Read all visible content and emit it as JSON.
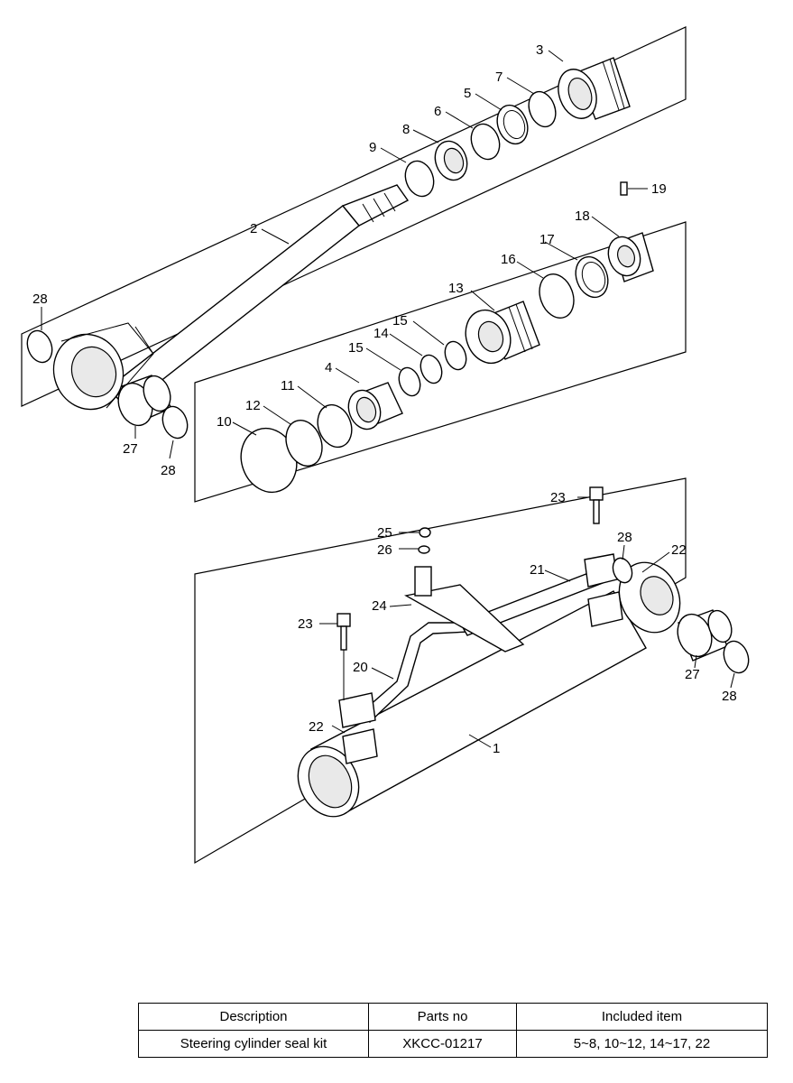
{
  "callouts": [
    {
      "id": "c-1",
      "text": "1"
    },
    {
      "id": "c-2",
      "text": "2"
    },
    {
      "id": "c-3",
      "text": "3"
    },
    {
      "id": "c-4",
      "text": "4"
    },
    {
      "id": "c-5",
      "text": "5"
    },
    {
      "id": "c-6",
      "text": "6"
    },
    {
      "id": "c-7",
      "text": "7"
    },
    {
      "id": "c-8",
      "text": "8"
    },
    {
      "id": "c-9",
      "text": "9"
    },
    {
      "id": "c-10",
      "text": "10"
    },
    {
      "id": "c-11",
      "text": "11"
    },
    {
      "id": "c-12",
      "text": "12"
    },
    {
      "id": "c-13",
      "text": "13"
    },
    {
      "id": "c-14",
      "text": "14"
    },
    {
      "id": "c-15a",
      "text": "15"
    },
    {
      "id": "c-15b",
      "text": "15"
    },
    {
      "id": "c-16",
      "text": "16"
    },
    {
      "id": "c-17",
      "text": "17"
    },
    {
      "id": "c-18",
      "text": "18"
    },
    {
      "id": "c-19",
      "text": "19"
    },
    {
      "id": "c-20",
      "text": "20"
    },
    {
      "id": "c-21",
      "text": "21"
    },
    {
      "id": "c-22a",
      "text": "22"
    },
    {
      "id": "c-22b",
      "text": "22"
    },
    {
      "id": "c-23a",
      "text": "23"
    },
    {
      "id": "c-23b",
      "text": "23"
    },
    {
      "id": "c-24",
      "text": "24"
    },
    {
      "id": "c-25",
      "text": "25"
    },
    {
      "id": "c-26",
      "text": "26"
    },
    {
      "id": "c-27a",
      "text": "27"
    },
    {
      "id": "c-27b",
      "text": "27"
    },
    {
      "id": "c-28a",
      "text": "28"
    },
    {
      "id": "c-28b",
      "text": "28"
    },
    {
      "id": "c-28c",
      "text": "28"
    },
    {
      "id": "c-28d",
      "text": "28"
    }
  ],
  "table": {
    "headers": [
      "Description",
      "Parts no",
      "Included item"
    ],
    "rows": [
      [
        "Steering cylinder seal kit",
        "XKCC-01217",
        "5~8, 10~12, 14~17, 22"
      ]
    ]
  }
}
